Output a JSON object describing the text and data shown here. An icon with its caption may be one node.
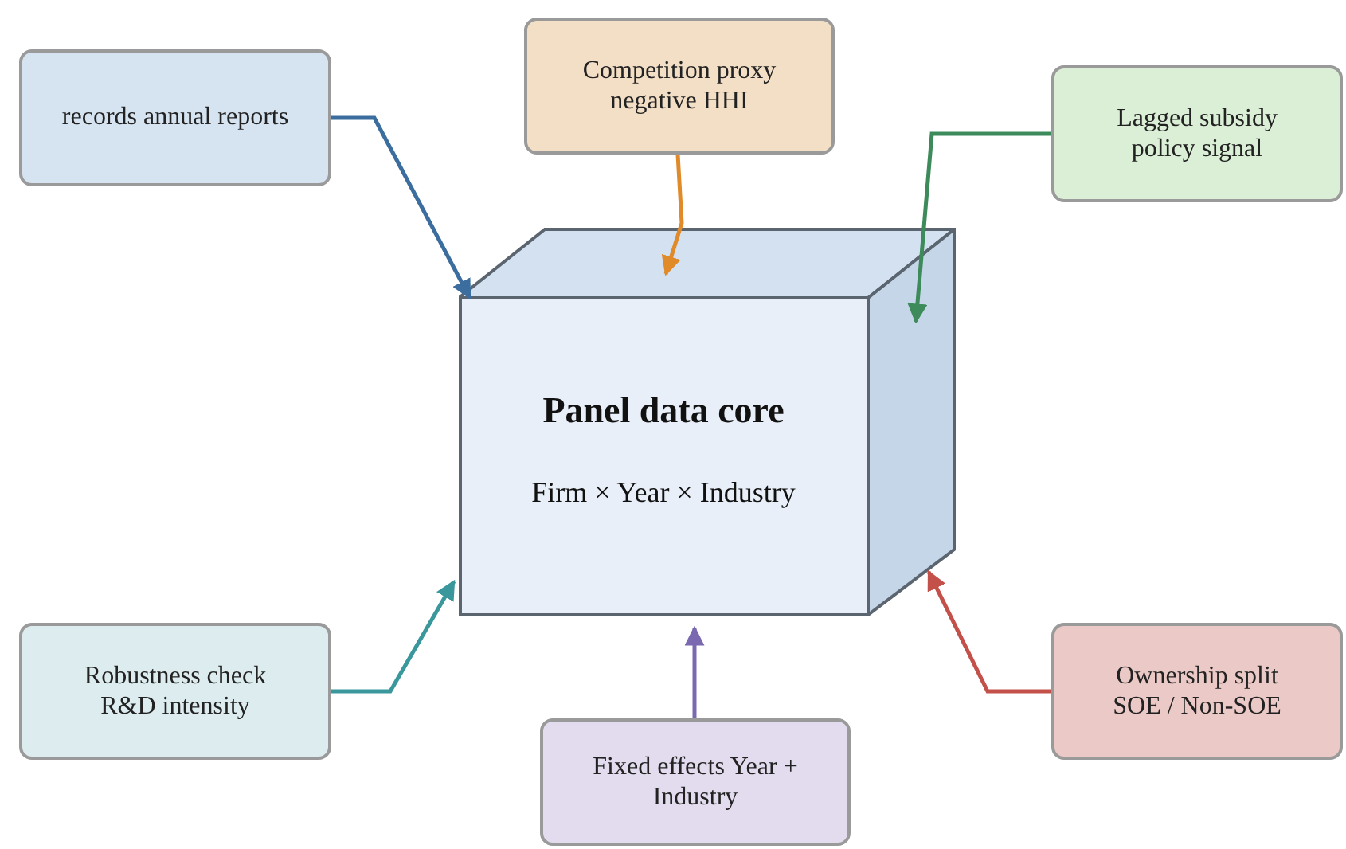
{
  "diagram": {
    "nodes": [
      {
        "text": [
          "records annual reports"
        ]
      },
      {
        "text": [
          "Competition proxy negative HHI"
        ]
      },
      {
        "text": [
          "Lagged subsidy policy signal"
        ]
      },
      {
        "text": [
          "Panel data core",
          "Firm × Year × Industry"
        ]
      },
      {
        "text": [
          "Robustness check R&D intensity"
        ]
      },
      {
        "text": [
          "Fixed effects Year + Industry"
        ]
      },
      {
        "text": [
          "Ownership split SOE / Non-SOE"
        ]
      }
    ],
    "edges": [
      {
        "from": 0,
        "to": 3,
        "arrow": "to",
        "color": "#3b6e9e"
      },
      {
        "from": 1,
        "to": 3,
        "arrow": "to",
        "color": "#e08a2a"
      },
      {
        "from": 2,
        "to": 3,
        "arrow": "to",
        "color": "#3d8a5a"
      },
      {
        "from": 4,
        "to": 3,
        "arrow": "to",
        "color": "#3a979c"
      },
      {
        "from": 5,
        "to": 3,
        "arrow": "to",
        "color": "#7a68b0"
      },
      {
        "from": 6,
        "to": 3,
        "arrow": "to",
        "color": "#c4504a"
      }
    ]
  }
}
